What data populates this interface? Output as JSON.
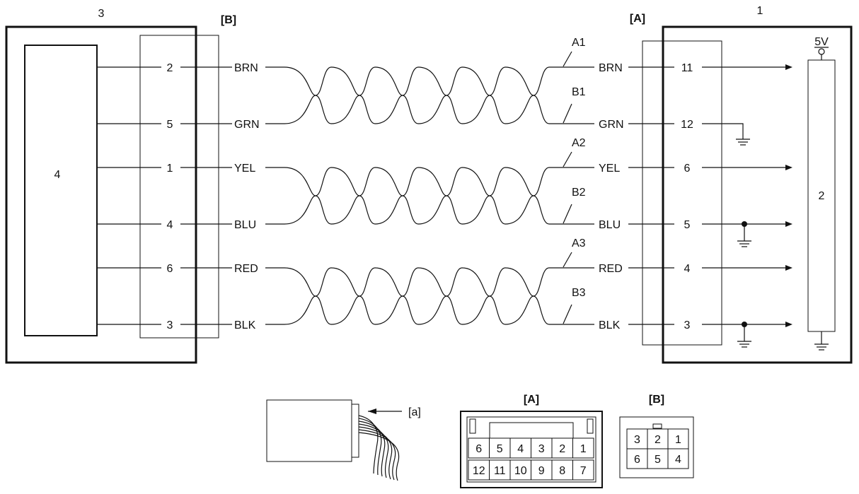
{
  "left_unit": {
    "number": "3",
    "inner_box_label": "4",
    "connector_label": "[B]",
    "pins": [
      {
        "pin": "2",
        "wire": "BRN"
      },
      {
        "pin": "5",
        "wire": "GRN"
      },
      {
        "pin": "1",
        "wire": "YEL"
      },
      {
        "pin": "4",
        "wire": "BLU"
      },
      {
        "pin": "6",
        "wire": "RED"
      },
      {
        "pin": "3",
        "wire": "BLK"
      }
    ]
  },
  "right_unit": {
    "number": "1",
    "inner_box_label": "2",
    "connector_label": "[A]",
    "supply_label": "5V",
    "pins": [
      {
        "pin": "11",
        "wire": "BRN"
      },
      {
        "pin": "12",
        "wire": "GRN"
      },
      {
        "pin": "6",
        "wire": "YEL"
      },
      {
        "pin": "5",
        "wire": "BLU"
      },
      {
        "pin": "4",
        "wire": "RED"
      },
      {
        "pin": "3",
        "wire": "BLK"
      }
    ]
  },
  "twisted_pairs": [
    {
      "a_label": "A1",
      "b_label": "B1"
    },
    {
      "a_label": "A2",
      "b_label": "B2"
    },
    {
      "a_label": "A3",
      "b_label": "B3"
    }
  ],
  "connector_view_label": "[a]",
  "connector_a": {
    "label": "[A]",
    "top_row": [
      "6",
      "5",
      "4",
      "3",
      "2",
      "1"
    ],
    "bottom_row": [
      "12",
      "11",
      "10",
      "9",
      "8",
      "7"
    ]
  },
  "connector_b": {
    "label": "[B]",
    "top_row": [
      "3",
      "2",
      "1"
    ],
    "bottom_row": [
      "6",
      "5",
      "4"
    ]
  }
}
